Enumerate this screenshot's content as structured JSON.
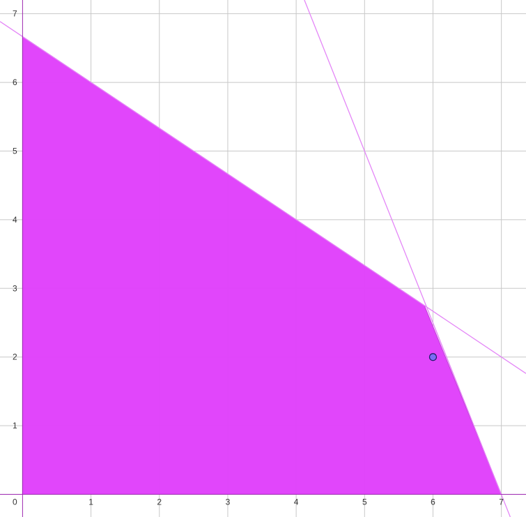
{
  "chart_data": {
    "type": "area",
    "title": "",
    "xlabel": "",
    "ylabel": "",
    "xlim": [
      -0.33,
      7.36
    ],
    "ylim": [
      -0.33,
      7.2
    ],
    "grid": true,
    "x_ticks": [
      "0",
      "1",
      "2",
      "3",
      "4",
      "5",
      "6",
      "7"
    ],
    "y_ticks": [
      "1",
      "2",
      "3",
      "4",
      "5",
      "6",
      "7"
    ],
    "feasible_region": [
      [
        0,
        0
      ],
      [
        0,
        6.667
      ],
      [
        5.875,
        2.75
      ],
      [
        7,
        0
      ]
    ],
    "lines": [
      {
        "points": [
          [
            -0.33,
            6.887
          ],
          [
            7.36,
            1.76
          ]
        ]
      },
      {
        "points": [
          [
            4.12,
            7.2
          ],
          [
            7.13,
            -0.33
          ]
        ]
      }
    ],
    "point": {
      "x": 6,
      "y": 2
    },
    "colors": {
      "region": "#e040fb",
      "line": "#e486f7",
      "axis": "#9c27b0",
      "grid": "#c8c8c8",
      "point_fill": "#7b6cf6",
      "point_stroke": "#1a1a66"
    }
  }
}
